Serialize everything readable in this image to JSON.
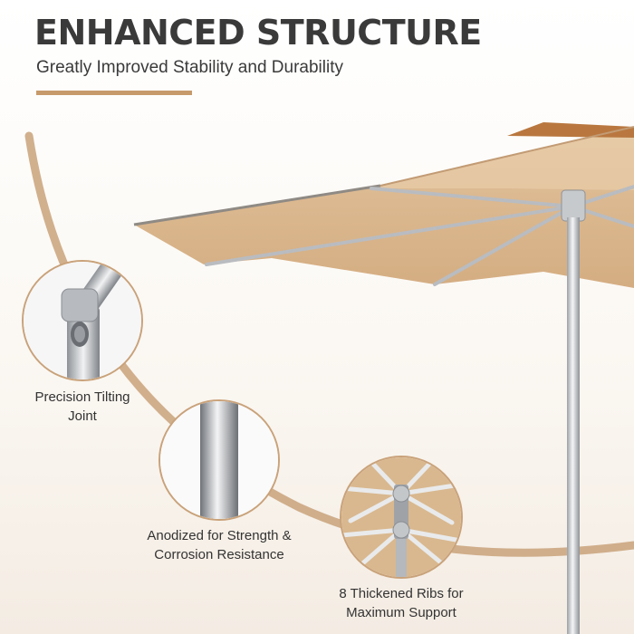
{
  "header": {
    "title": "ENHANCED STRUCTURE",
    "subtitle": "Greatly Improved Stability and Durability"
  },
  "features": [
    {
      "icon": "tilt-joint-icon",
      "line1": "Precision Tilting",
      "line2": "Joint"
    },
    {
      "icon": "pole-icon",
      "line1": "Anodized for Strength &",
      "line2": "Corrosion Resistance"
    },
    {
      "icon": "ribs-icon",
      "line1": "8 Thickened Ribs for",
      "line2": "Maximum Support"
    }
  ],
  "colors": {
    "accent": "#c79a6b",
    "canopy": "#d8b48c",
    "title_text": "#3a3a3a"
  }
}
